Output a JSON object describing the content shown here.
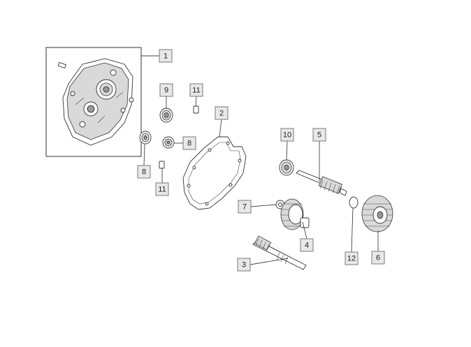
{
  "callouts": [
    {
      "id": "c1",
      "label": "1"
    },
    {
      "id": "c2",
      "label": "2"
    },
    {
      "id": "c3",
      "label": "3"
    },
    {
      "id": "c4",
      "label": "4"
    },
    {
      "id": "c5",
      "label": "5"
    },
    {
      "id": "c6",
      "label": "6"
    },
    {
      "id": "c7",
      "label": "7"
    },
    {
      "id": "c8a",
      "label": "8"
    },
    {
      "id": "c8b",
      "label": "8"
    },
    {
      "id": "c9",
      "label": "9"
    },
    {
      "id": "c10",
      "label": "10"
    },
    {
      "id": "c11a",
      "label": "11"
    },
    {
      "id": "c11b",
      "label": "11"
    },
    {
      "id": "c12",
      "label": "12"
    }
  ]
}
